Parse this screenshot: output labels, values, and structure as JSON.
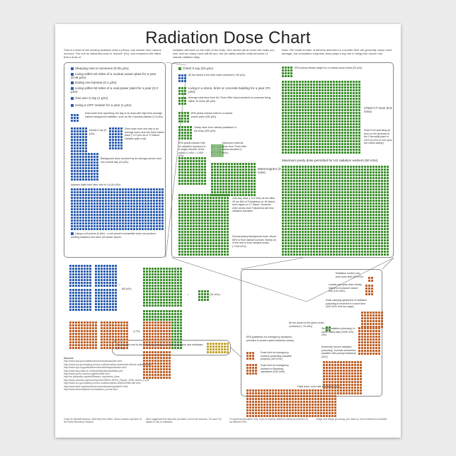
{
  "colors": {
    "blue": "#2e5fb0",
    "green": "#3e8f2e",
    "orange": "#c0622a",
    "yellow": "#c2a631"
  },
  "chart_data": {
    "type": "table",
    "title": "Radiation Dose Chart",
    "intro": [
      "This is a chart of the ionizing radiation dose a person can absorb from various sources. The unit for absorbed dose is \"sievert\" (Sv), and measures the effect that a dose of",
      "radiation will have on the cells of the body. One sievert (all at once) will make you sick, and too many more will kill you, but we safely absorb small amounts of natural radiation daily",
      "Note: The small number of sieverts absorbed in a shorter time will generally cause more damage, but cumulative long-term dose plays a big role in things like cancer risk."
    ],
    "blue_items": [
      "Sleeping next to someone (0.05 µSv)",
      "Living within 50 miles of a nuclear power plant for a year (0.09 µSv)",
      "Eating one banana (0.1 µSv)",
      "Living within 50 miles of a coal power plant for a year (0.3 µSv)",
      "One arm X-ray (1 µSv)",
      "Using a CRT monitor for a year (1 µSv)",
      "Extra dose from spending one day in an area with high-than-average natural background radiation, such as the Colorado plateau (1.5 µSv)",
      "Dental X-ray (5 µSv)",
      "Extra dose from one day in an average town near the three Island plant (~3.0 µSv as of 17 March, variable quite a bit)",
      "Background dose received by an average person over one normal day (10 µSv)",
      "Airplane flight from New York to LA (40 µSv)",
      "Using a cell phone (0 µSv) - a cell phone's transmitter does not produce ionizing radiation and does not cause cancer."
    ],
    "green_items": [
      "Chest X-ray (20 µSv)",
      "All the doses in the blue chart combined (~60 µSv)",
      "Living in a stone, brick or concrete building for a year (70 µSv)",
      "Average total dose from the Three Mile Island accident to someone living within 10 miles (80 µSv)",
      "EPA yearly release limit for a nuclear power plant (250 µSv)",
      "Yearly dose from natural potassium in the body (390 µSv)",
      "EPA yearly release limit on radiation exposure to a single member of the public (1 mSv = 1,000 µSv)",
      "Maximum external dose from Three Mile Island accident (1 mSv)",
      "Mammogram (3 mSv)",
      "One-day dose (~3.6 mSv) at two sites 30 km NW of Fukushima on 16 March, seen again on 17 March. However, other areas near Fukushima are less radiation-elevated.",
      "Normal yearly background dose. About 85% is from natural sources. Nearly all of the rest is from medical scans. (~3.65 mSv)",
      "EPA yearly release target for a nuclear power plant (30 µSv)",
      "Chest CT scan (5.8 mSv)",
      "Dose from spending an hour on the grounds at the Chernobyl plant in 2010 (6 mSv in one spot, but varies widely)",
      "Maximum yearly dose permitted for US radiation workers (50 mSv)"
    ],
    "orange_items": [
      "(1 Sv)",
      "All the doses in the green chart combined (~75 mSv)",
      "EPA guidelines for emergency situations, provided to protect quick-residents-nearby",
      "Dose limit for emergency workers protecting valuable property (100 mSv)",
      "Dose limit for emergency workers in lifesaving operations (250 mSv)",
      "Fatal dose, even with treatment (8Sv)",
      "Radiation worker one-year dose limit (50 mSv)",
      "Lowest one-year dose clearly linked to increased cancer risk (100 mSv)",
      "Dose causing symptoms of radiation poisoning if received in a short time (400 mSv; first two days)",
      "Severe radiation poisoning, in some cases fatal (2000 mSv, 2Sv)",
      "Extremely severe radiation poisoning. Survival sometimes possible with prompt treatment (4Sv)"
    ],
    "conversions": [
      "(60 µSv)",
      "(10 mSv)",
      "(1 Sv)"
    ],
    "yellow_item": "Ten minutes next to the Chernobyl reactor core after explosion and meltdown (50 Sv)",
    "sources_label": "Sources:",
    "sources": [
      "http://www.epa.gov/radiation/understand/calculate.html",
      "http://www.nrc.gov/reading-rm/doc-collections/fact-sheets/bio-effects-radiation.html",
      "http://www.hps.org/publicinformation/ate/faqs/radiation.html",
      "http://www.deq.state.ok.us/factsheets/land/radiation.pdf",
      "http://www.world-nuclear.org/info/inf05.html",
      "http://en.wikipedia.org/wiki/Banana_equivalent_dose",
      "http://www.unscear.org/docs/reports/2008/11-80076_Report_2008_Annex_D.pdf",
      "http://www.nrc.gov/reading-rm/doc-collections/fact-sheets/3mile-isle.html",
      "http://www.iaea.org/newscenter/news/tsunamiupdate01.html",
      "http://www.chernobylwel.com/radiation_levels.html"
    ],
    "credits": [
      "Chart by Randall Munroe, with help from Ellen, Senior reactor operator at the Reed Research Reactor.",
      "Who suggested the idea and provided a lot of the sources. I'm sure I've added in lots of mistakes.",
      "For general education only. If you're basing radiation safety procedures on an internet PNG",
      "image and things go wrong, you have no one to blame but yourself."
    ]
  }
}
